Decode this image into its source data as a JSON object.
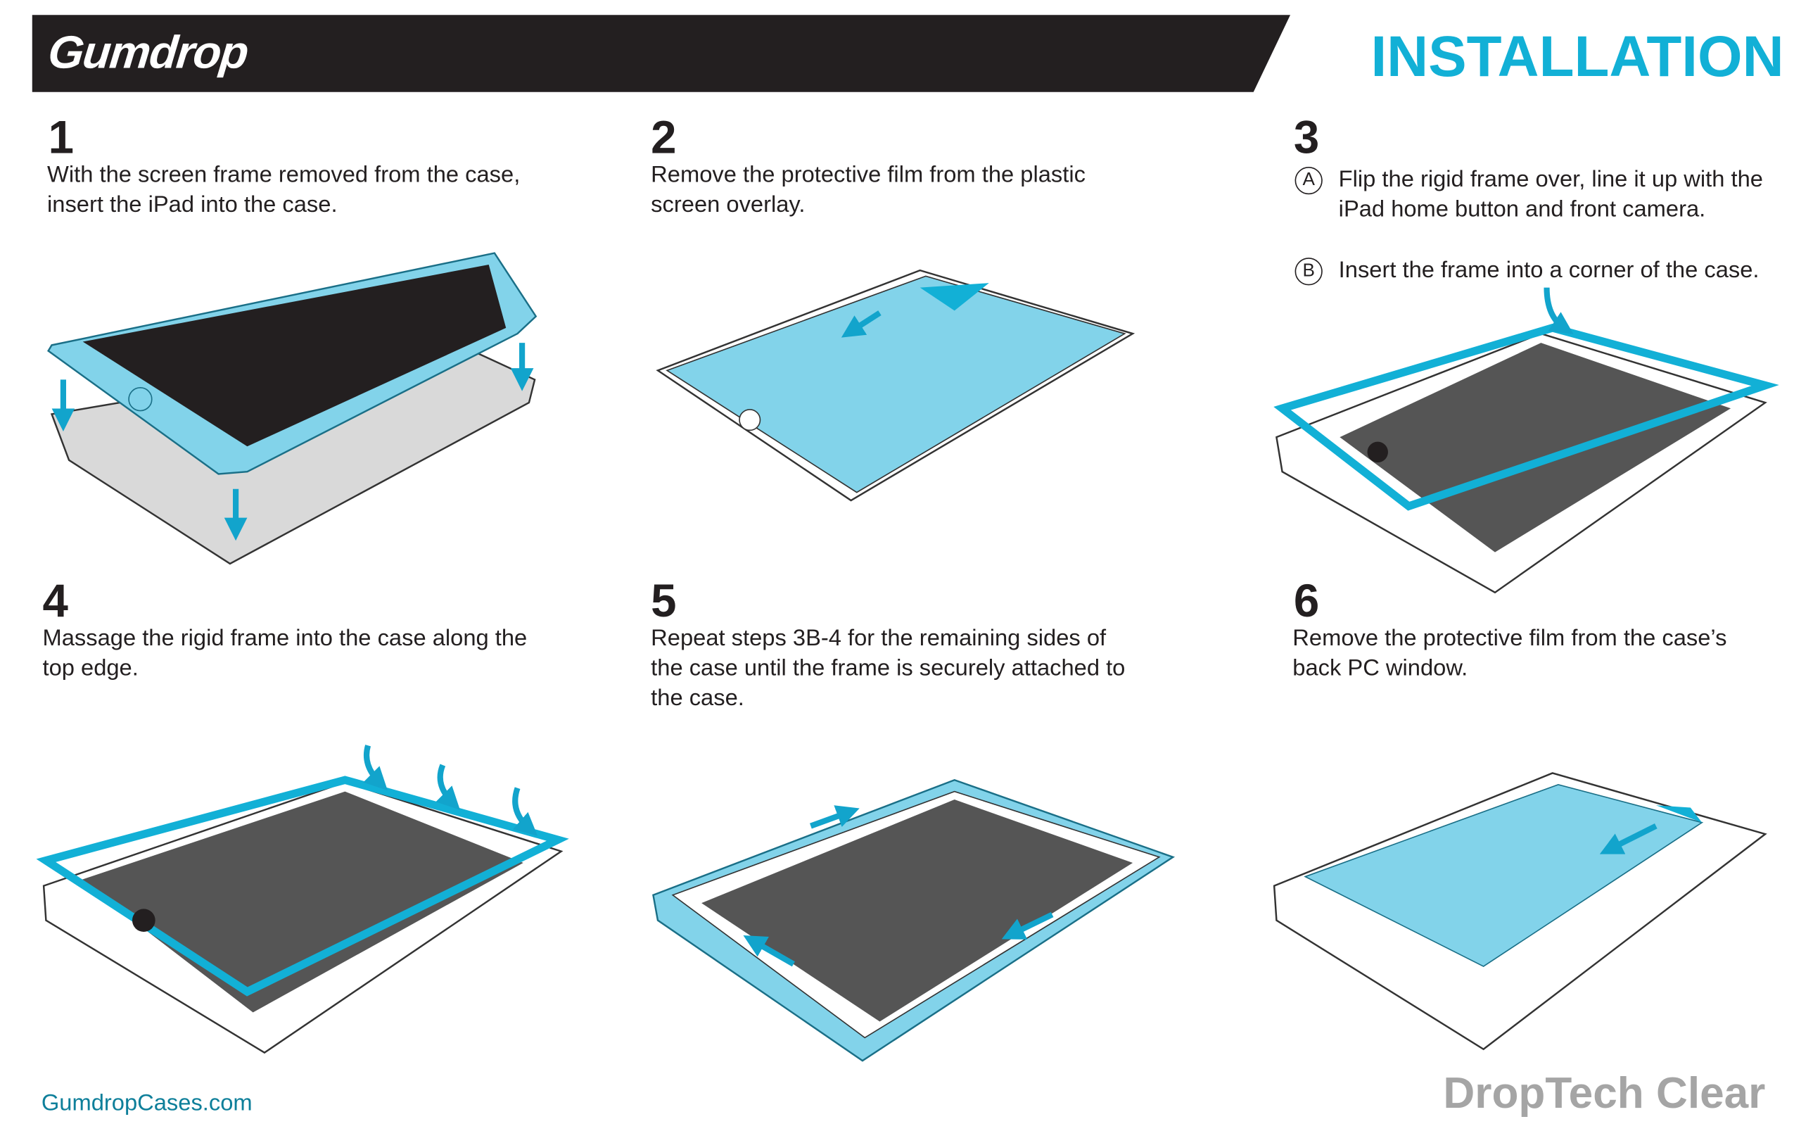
{
  "header": {
    "logo": "Gumdrop",
    "title": "INSTALLATION"
  },
  "steps": [
    {
      "number": "1",
      "text": "With the screen frame removed from the case, insert the iPad into the case."
    },
    {
      "number": "2",
      "text": "Remove the protective film from the plastic screen overlay."
    },
    {
      "number": "3",
      "substeps": [
        {
          "marker": "A",
          "text": "Flip the rigid frame over, line it up with the iPad home button and front camera."
        },
        {
          "marker": "B",
          "text": "Insert the frame into a corner of the case."
        }
      ]
    },
    {
      "number": "4",
      "text": "Massage the rigid frame into the case along the top edge."
    },
    {
      "number": "5",
      "text": "Repeat steps 3B-4 for the remaining sides of the case  until the frame is securely attached to the case."
    },
    {
      "number": "6",
      "text": "Remove the protective film from the case’s back PC window."
    }
  ],
  "footer": {
    "website": "GumdropCases.com",
    "product": "DropTech Clear"
  },
  "colors": {
    "accent": "#12b0d6",
    "light_blue": "#82d3ea",
    "banner": "#231f20",
    "screen": "#555555"
  }
}
